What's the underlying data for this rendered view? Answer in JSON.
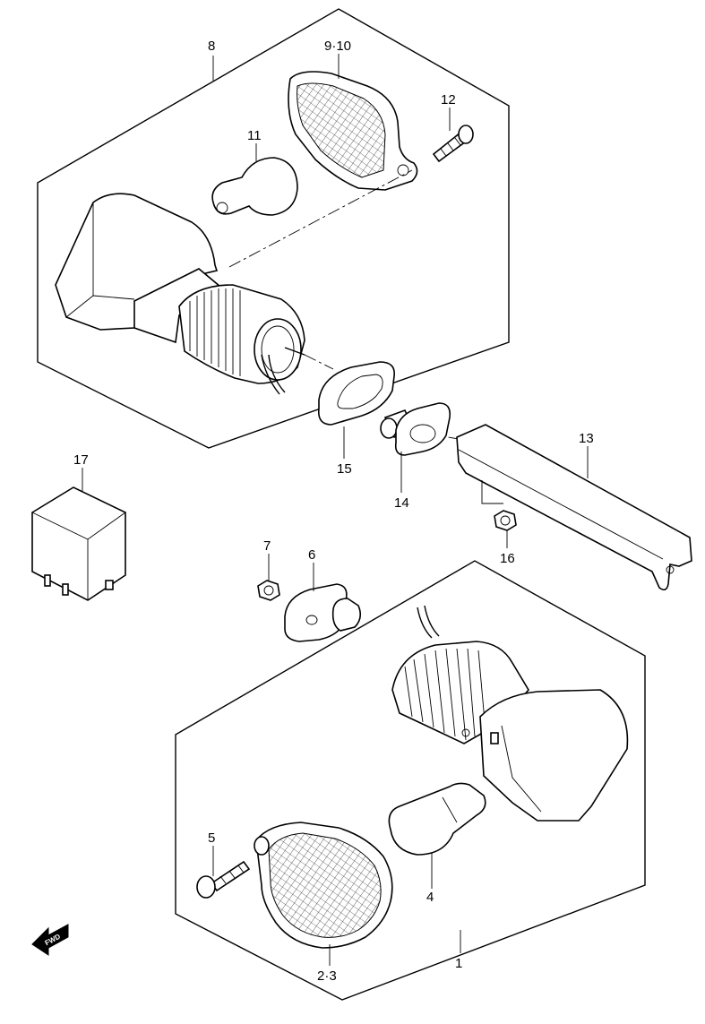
{
  "callouts": {
    "c1": "1",
    "c2_3": "2·3",
    "c4": "4",
    "c5": "5",
    "c6": "6",
    "c7": "7",
    "c8": "8",
    "c9_10": "9·10",
    "c11": "11",
    "c12": "12",
    "c13": "13",
    "c14": "14",
    "c15": "15",
    "c16": "16",
    "c17": "17"
  },
  "fwd_arrow": {
    "label": "FWD",
    "icon": "fwd-arrow-icon"
  }
}
